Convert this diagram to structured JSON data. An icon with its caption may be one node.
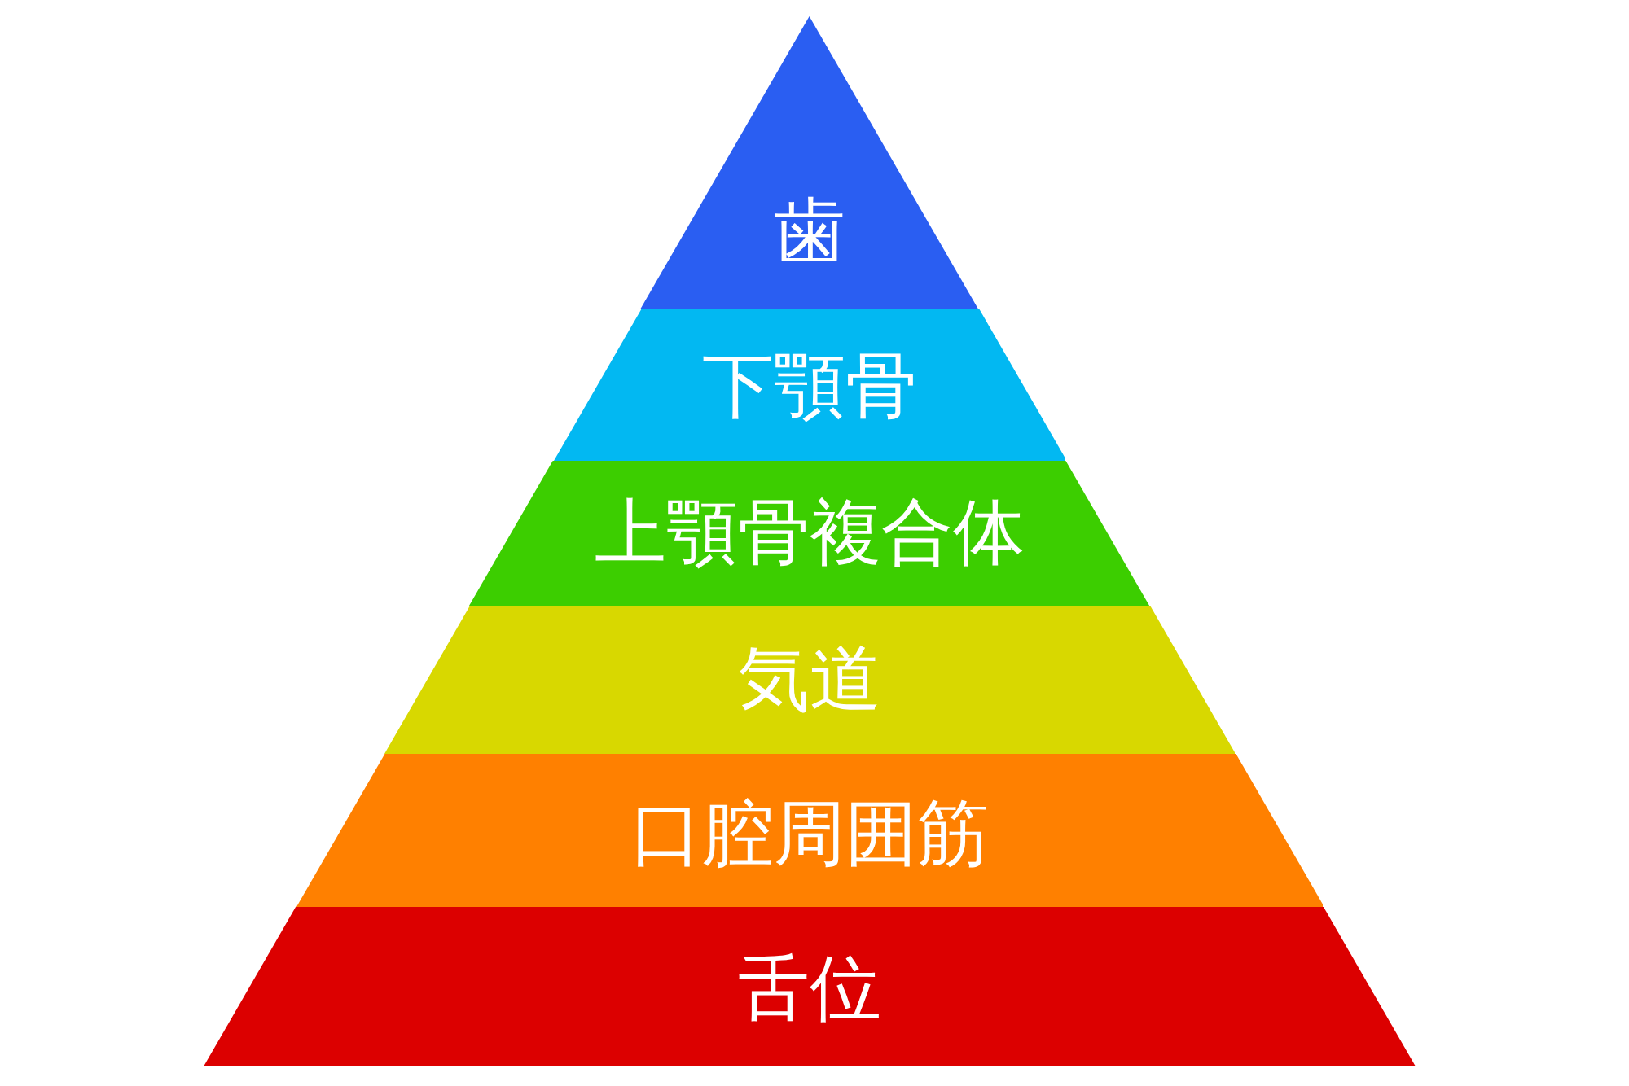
{
  "diagram": {
    "nodes": [
      {
        "text": [
          "歯"
        ]
      },
      {
        "text": [
          "下顎骨"
        ]
      },
      {
        "text": [
          "上顎骨複合体"
        ]
      },
      {
        "text": [
          "気道"
        ]
      },
      {
        "text": [
          "口腔周囲筋"
        ]
      },
      {
        "text": [
          "舌位"
        ]
      }
    ]
  }
}
